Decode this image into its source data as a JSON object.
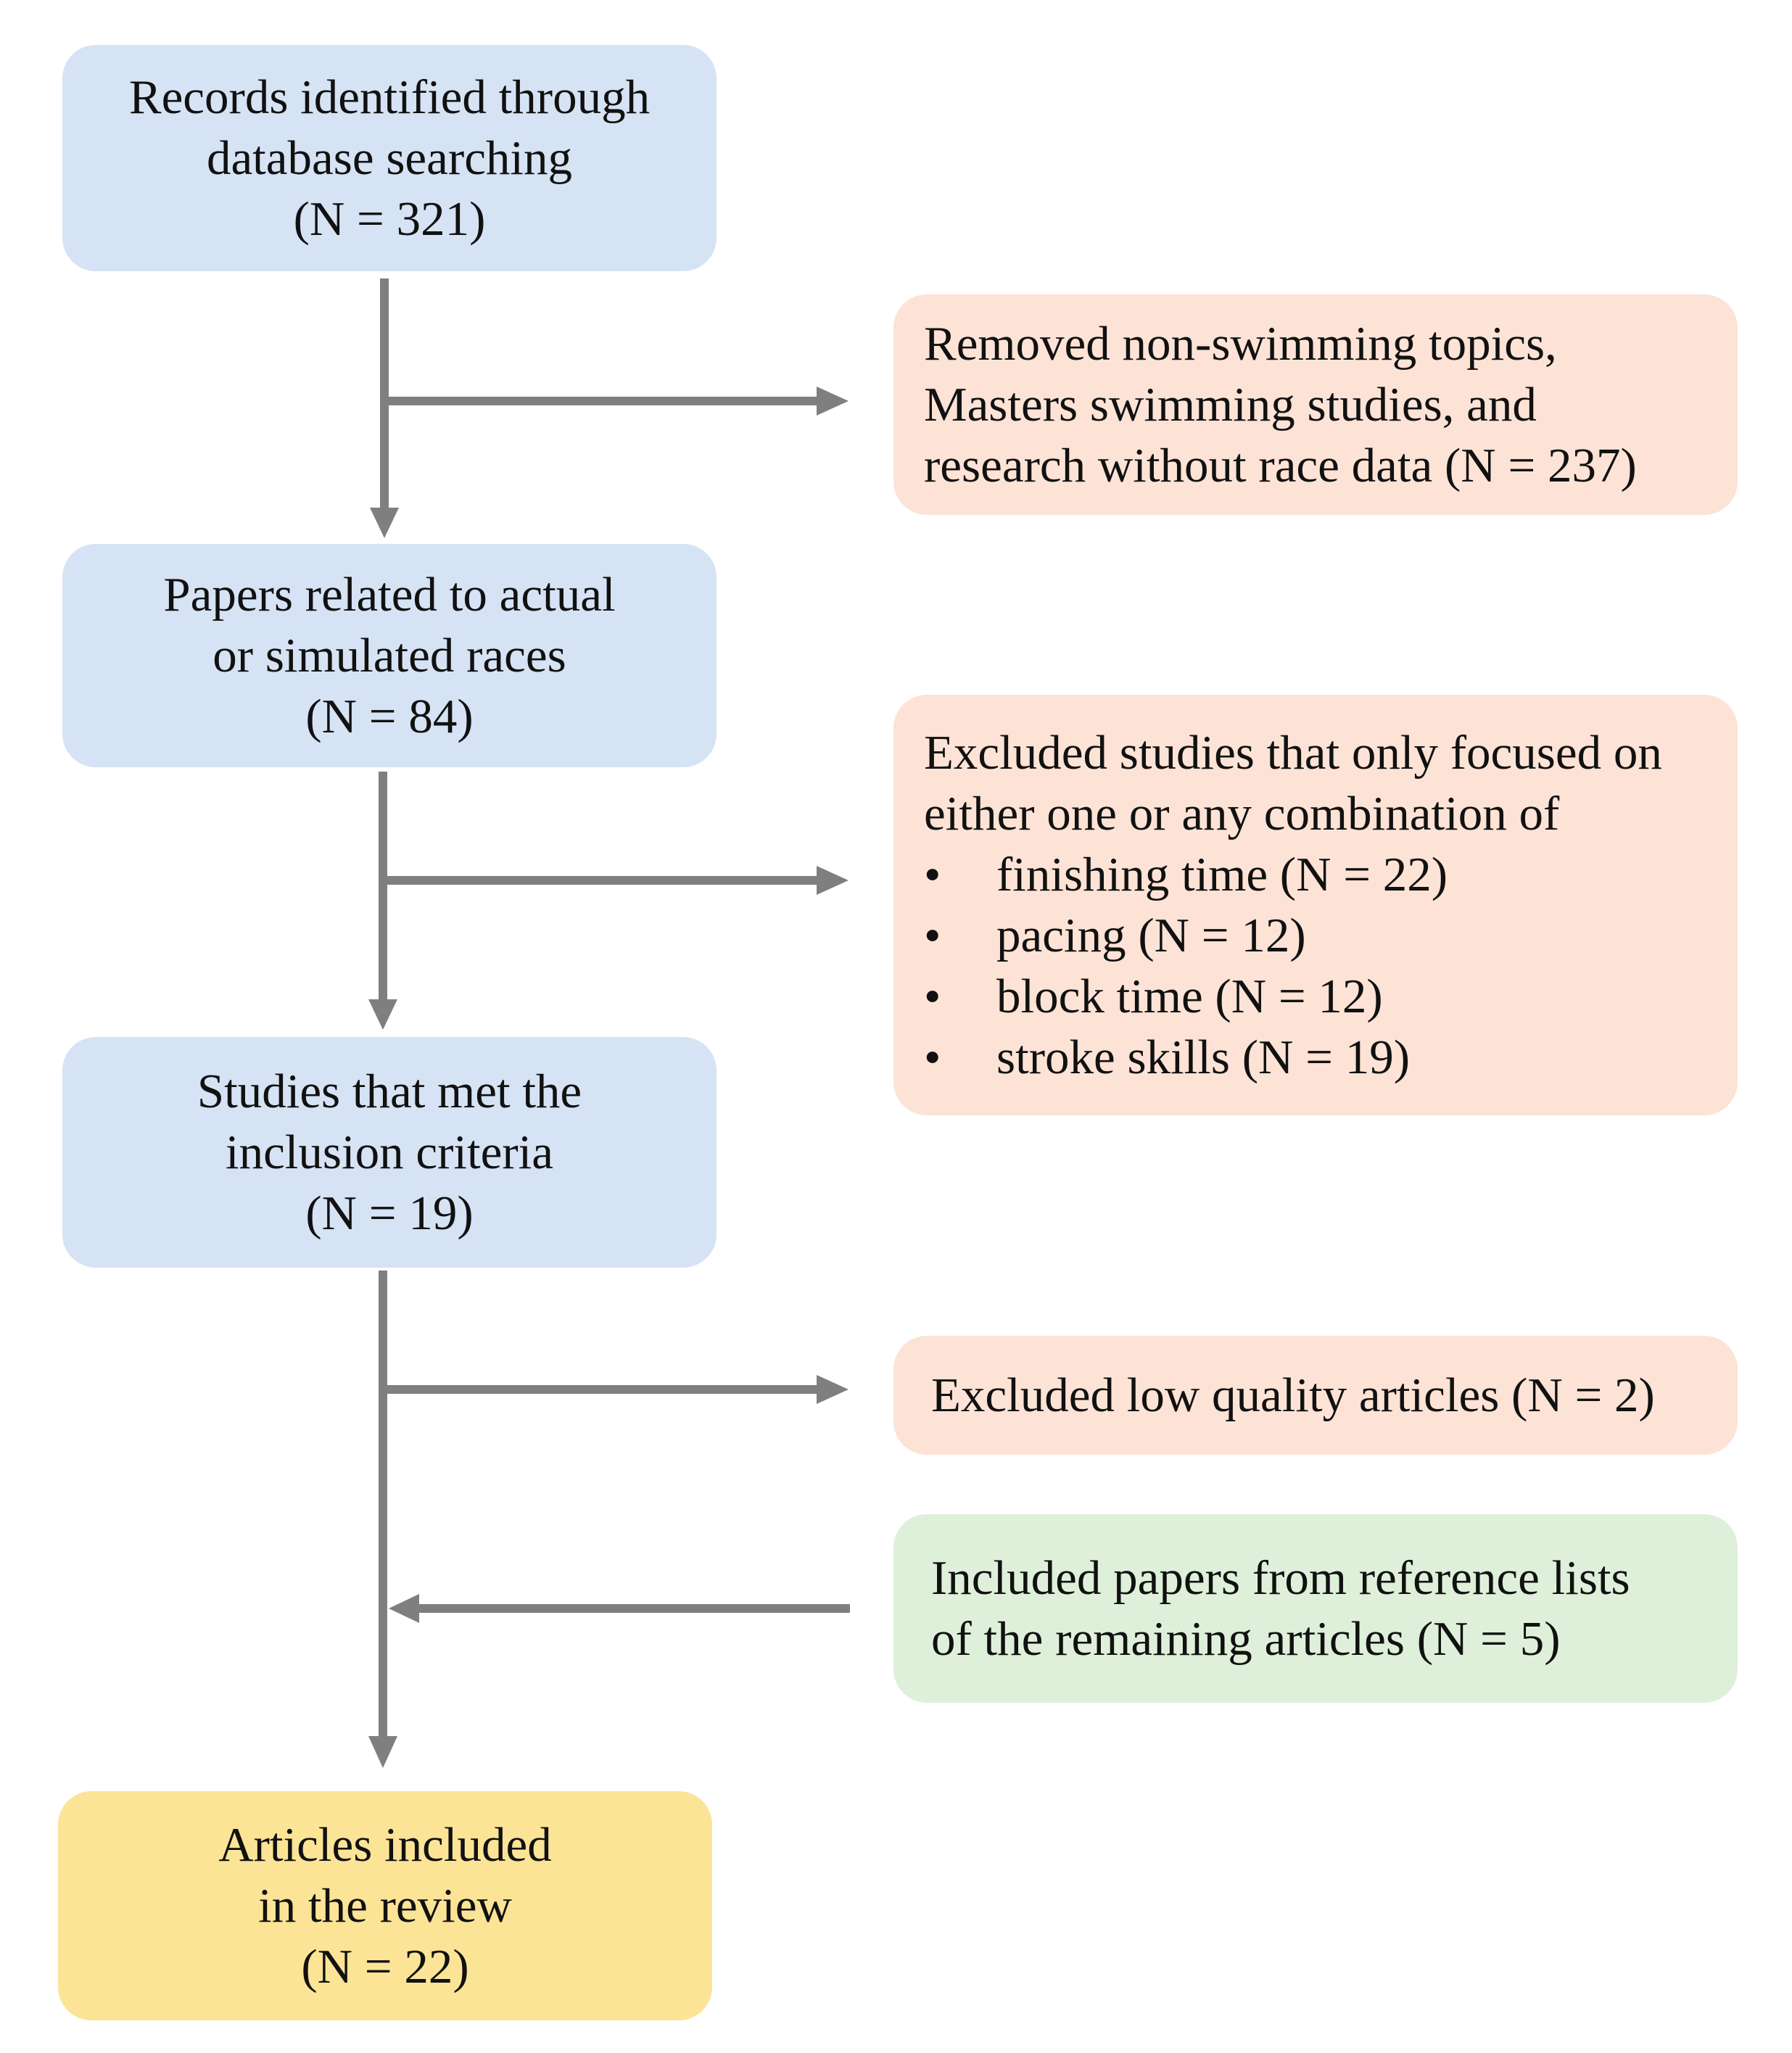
{
  "boxes": {
    "records": {
      "lines": [
        "Records identified through",
        "database searching",
        "(N = 321)"
      ]
    },
    "papers": {
      "lines": [
        "Papers related to actual",
        "or simulated races",
        "(N = 84)"
      ]
    },
    "studies": {
      "lines": [
        "Studies that met the",
        "inclusion criteria",
        "(N = 19)"
      ]
    },
    "articles": {
      "lines": [
        "Articles included",
        "in the review",
        "(N = 22)"
      ]
    },
    "removed": {
      "lines": [
        "Removed non-swimming topics,",
        "Masters swimming studies, and",
        "research without race data (N = 237)"
      ]
    },
    "excluded_focus": {
      "lines": [
        "Excluded studies that only focused on",
        "either one or any combination of"
      ],
      "bullet": "•",
      "items": [
        "finishing time (N = 22)",
        "pacing (N = 12)",
        "block time (N = 12)",
        "stroke skills (N = 19)"
      ]
    },
    "low_quality": {
      "lines": [
        "Excluded low quality articles (N = 2)"
      ]
    },
    "included_refs": {
      "lines": [
        "Included papers from reference lists",
        "of the remaining articles (N = 5)"
      ]
    }
  },
  "colors": {
    "main_box": "#d6e3f4",
    "excluded_box": "#fce3d6",
    "included_box": "#def0da",
    "final_box": "#fce496",
    "arrow": "#7f7f7f"
  }
}
